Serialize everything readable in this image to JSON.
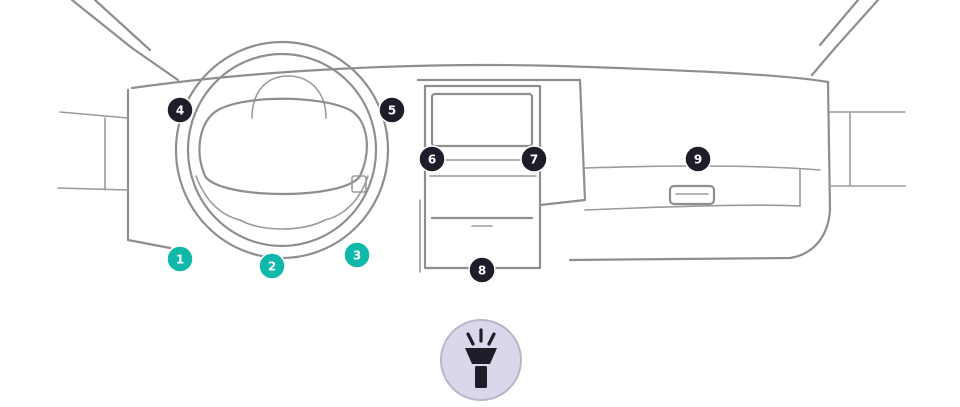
{
  "markers": [
    {
      "id": "1",
      "label": "1",
      "color": "#0fb8a8"
    },
    {
      "id": "2",
      "label": "2",
      "color": "#0fb8a8"
    },
    {
      "id": "3",
      "label": "3",
      "color": "#0fb8a8"
    },
    {
      "id": "4",
      "label": "4",
      "color": "#1e1e2a"
    },
    {
      "id": "5",
      "label": "5",
      "color": "#1e1e2a"
    },
    {
      "id": "6",
      "label": "6",
      "color": "#1e1e2a"
    },
    {
      "id": "7",
      "label": "7",
      "color": "#1e1e2a"
    },
    {
      "id": "8",
      "label": "8",
      "color": "#1e1e2a"
    },
    {
      "id": "9",
      "label": "9",
      "color": "#1e1e2a"
    }
  ],
  "colors": {
    "line": "#8e8e8e",
    "teal_marker": "#0fb8a8",
    "dark_marker": "#1e1e2a",
    "flashlight_bg": "#d8d8ea",
    "flashlight_border": "#b6b6c8",
    "flashlight_icon": "#1e1e2a"
  },
  "icons": {
    "flashlight": "flashlight-icon"
  }
}
